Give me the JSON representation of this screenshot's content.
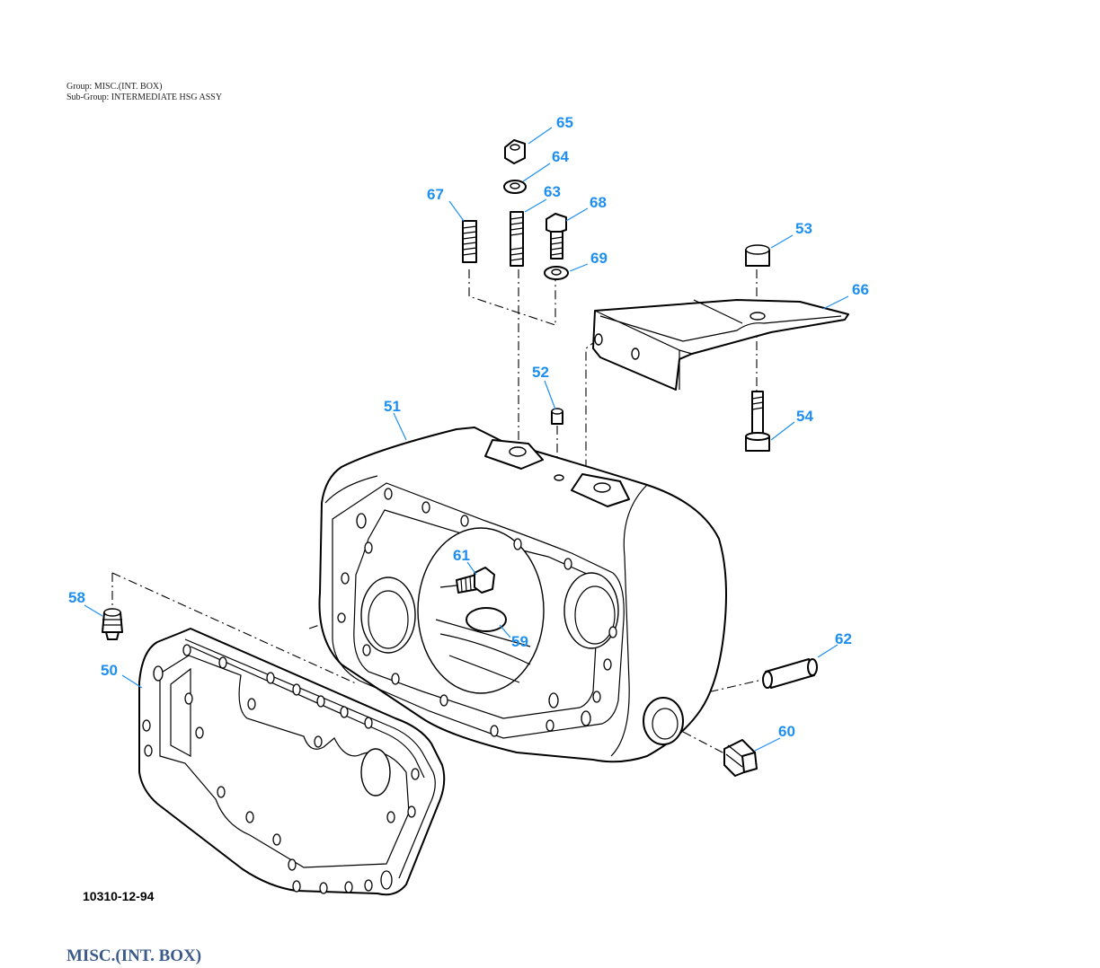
{
  "header": {
    "group": "Group: MISC.(INT. BOX)",
    "subgroup": "Sub-Group: INTERMEDIATE HSG ASSY"
  },
  "figure_code": "10310-12-94",
  "footer_title": "MISC.(INT. BOX)",
  "callouts": [
    "65",
    "64",
    "63",
    "67",
    "68",
    "69",
    "53",
    "66",
    "52",
    "51",
    "54",
    "61",
    "58",
    "59",
    "62",
    "50",
    "60"
  ],
  "colors": {
    "callout": "#1d8ff0",
    "footer": "#3b5a8a"
  }
}
